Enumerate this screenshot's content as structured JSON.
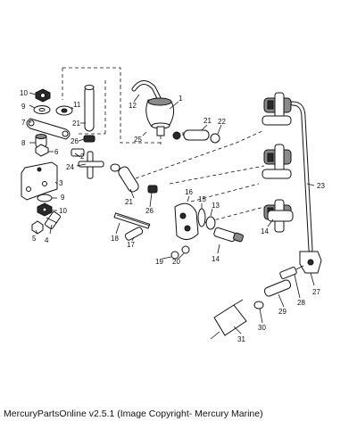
{
  "callouts": [
    "1",
    "2",
    "3",
    "4",
    "5",
    "6",
    "7",
    "8",
    "9",
    "10",
    "11",
    "12",
    "13",
    "14",
    "15",
    "16",
    "17",
    "18",
    "19",
    "20",
    "21",
    "22",
    "23",
    "24",
    "25",
    "26",
    "27",
    "28",
    "29",
    "30",
    "31"
  ],
  "footer": "MercuryPartsOnline v2.5.1 (Image Copyright- Mercury Marine)"
}
